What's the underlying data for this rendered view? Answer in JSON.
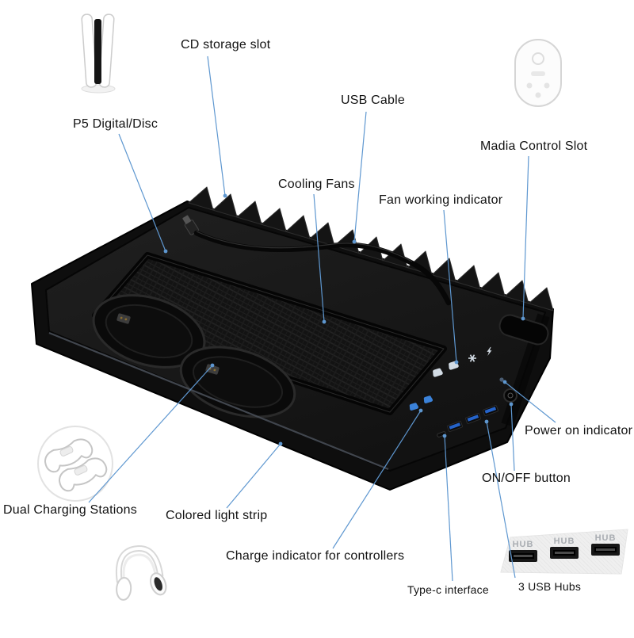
{
  "labels": {
    "cd": "CD storage slot",
    "usb_cable": "USB Cable",
    "p5": "P5 Digital/Disc",
    "media": "Madia Control Slot",
    "cooling": "Cooling Fans",
    "fan_ind": "Fan working indicator",
    "power_ind": "Power on indicator",
    "onoff": "ON/OFF button",
    "dual": "Dual Charging Stations",
    "strip": "Colored light strip",
    "charge": "Charge indicator for controllers",
    "typec": "Type-c interface",
    "hubs": "3 USB Hubs"
  },
  "hub_icon": {
    "port_label": "HUB"
  },
  "accents": {
    "leader_line": "#5e97d0",
    "device_black": "#111111",
    "usb_port_blue": "#2563c9"
  }
}
